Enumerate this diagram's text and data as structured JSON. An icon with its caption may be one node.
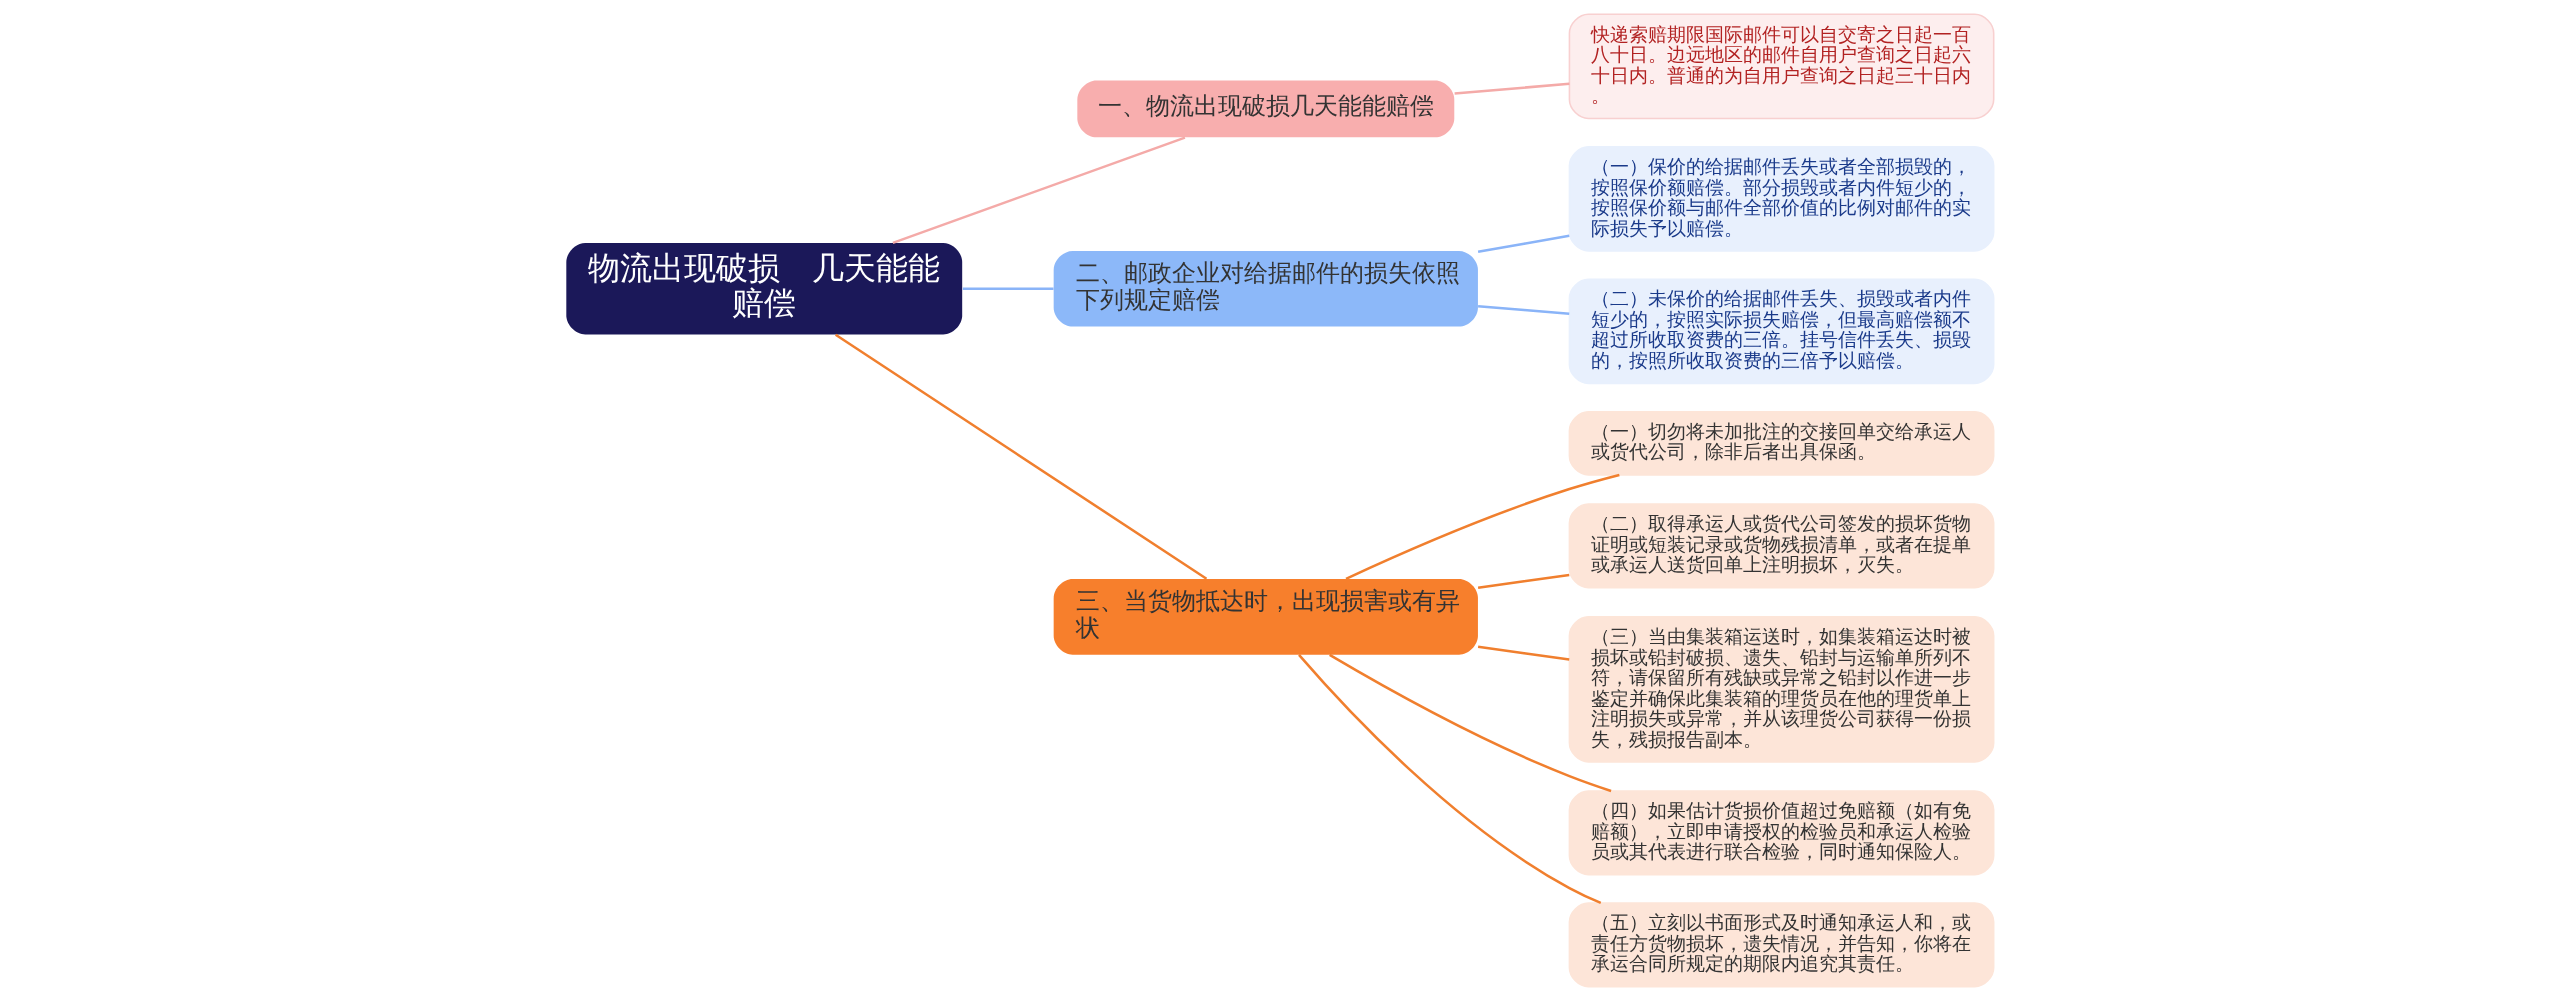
{
  "diagram": {
    "nodes": [
      {
        "text": [
          "物流出现破损　几天能能赔偿"
        ]
      },
      {
        "text": [
          "一、物流出现破损几天能能赔偿"
        ]
      },
      {
        "text": [
          "快递索赔期限国际邮件可以自交寄之日起一百八十日。边远地区的邮件自用户查询之日起六十日内。普通的为自用户查询之日起三十日内。"
        ]
      },
      {
        "text": [
          "二、邮政企业对给据邮件的损失依照下列规定赔偿"
        ]
      },
      {
        "text": [
          "（一）保价的给据邮件丢失或者全部损毁的，按照保价额赔偿。部分损毁或者内件短少的，按照保价额与邮件全部价值的比例对邮件的实际损失予以赔偿。"
        ]
      },
      {
        "text": [
          "（二）未保价的给据邮件丢失、损毁或者内件短少的，按照实际损失赔偿，但最高赔偿额不超过所收取资费的三倍。挂号信件丢失、损毁的，按照所收取资费的三倍予以赔偿。"
        ]
      },
      {
        "text": [
          "三、当货物抵达时，出现损害或有异状"
        ]
      },
      {
        "text": [
          "（一）切勿将未加批注的交接回单交给承运人或货代公司，除非后者出具保函。"
        ]
      },
      {
        "text": [
          "（二）取得承运人或货代公司签发的损坏货物证明或短装记录或货物残损清单，或者在提单或承运人送货回单上注明损坏，灭失。"
        ]
      },
      {
        "text": [
          "（三）当由集装箱运送时，如集装箱运达时被损坏或铅封破损、遗失、铅封与运输单所列不符，请保留所有残缺或异常之铅封以作进一步鉴定并确保此集装箱的理货员在他的理货单上注明损失或异常，并从该理货公司获得一份损失，残损报告副本。"
        ]
      },
      {
        "text": [
          "（四）如果估计货损价值超过免赔额（如有免赔额），立即申请授权的检验员和承运人检验员或其代表进行联合检验，同时通知保险人。"
        ]
      },
      {
        "text": [
          "（五）立刻以书面形式及时通知承运人和，或责任方货物损坏，遗失情况，并告知，你将在承运合同所规定的期限内追究其责任。"
        ]
      }
    ],
    "edges": [
      {
        "from": 0,
        "to": 1,
        "arrow": "none",
        "color": "#f4aaa8"
      },
      {
        "from": 1,
        "to": 2,
        "arrow": "none",
        "color": "#f4aaa8"
      },
      {
        "from": 0,
        "to": 3,
        "arrow": "none",
        "color": "#8ab4f8"
      },
      {
        "from": 3,
        "to": 4,
        "arrow": "none",
        "color": "#8ab4f8"
      },
      {
        "from": 3,
        "to": 5,
        "arrow": "none",
        "color": "#8ab4f8"
      },
      {
        "from": 0,
        "to": 6,
        "arrow": "none"
      },
      {
        "from": 6,
        "to": 7,
        "arrow": "none"
      },
      {
        "from": 6,
        "to": 8,
        "arrow": "none"
      },
      {
        "from": 6,
        "to": 9,
        "arrow": "none"
      },
      {
        "from": 6,
        "to": 10,
        "arrow": "none"
      },
      {
        "from": 6,
        "to": 11,
        "arrow": "none"
      }
    ]
  }
}
